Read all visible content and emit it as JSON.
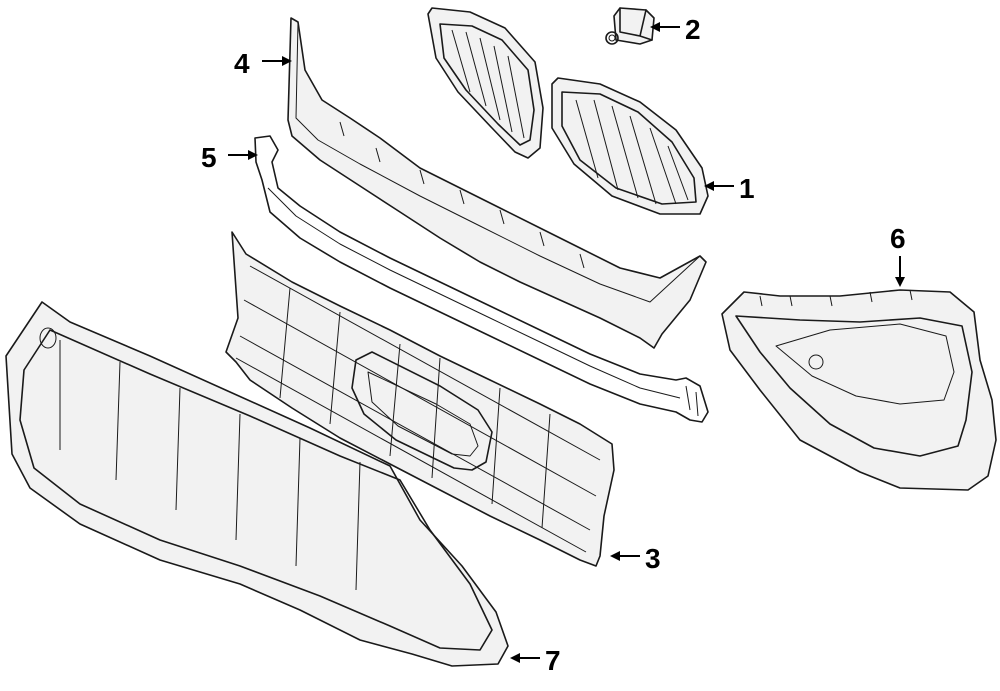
{
  "callouts": [
    {
      "id": "c1",
      "number": "1"
    },
    {
      "id": "c2",
      "number": "2"
    },
    {
      "id": "c3",
      "number": "3"
    },
    {
      "id": "c4",
      "number": "4"
    },
    {
      "id": "c5",
      "number": "5"
    },
    {
      "id": "c6",
      "number": "6"
    },
    {
      "id": "c7",
      "number": "7"
    }
  ]
}
